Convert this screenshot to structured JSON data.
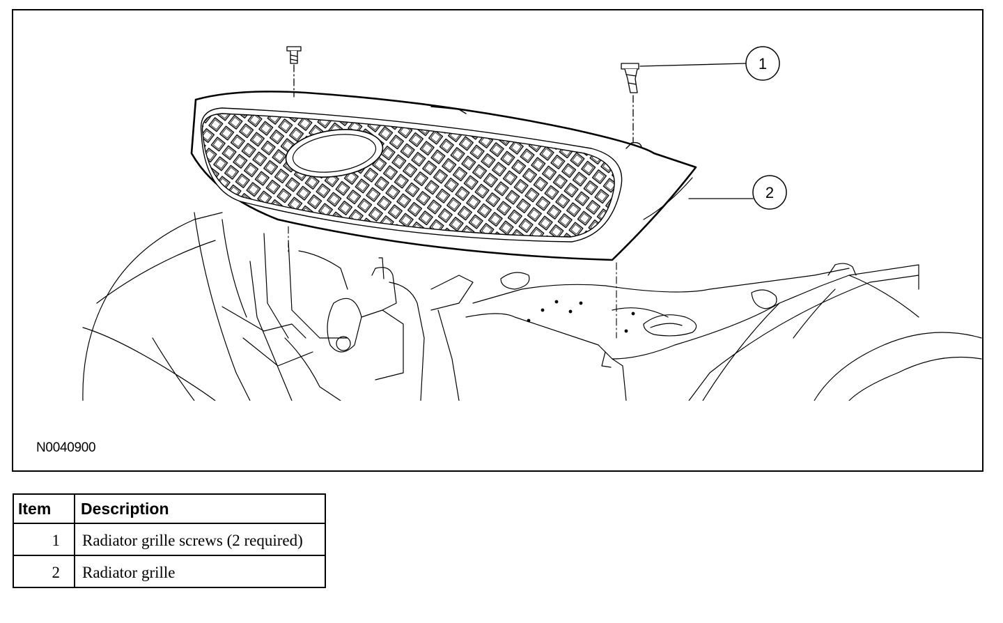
{
  "figure": {
    "id_label": "N0040900",
    "callouts": [
      {
        "number": "1"
      },
      {
        "number": "2"
      }
    ]
  },
  "legend": {
    "headers": {
      "item": "Item",
      "description": "Description"
    },
    "rows": [
      {
        "item": "1",
        "description": "Radiator grille screws (2 required)"
      },
      {
        "item": "2",
        "description": "Radiator grille"
      }
    ]
  }
}
